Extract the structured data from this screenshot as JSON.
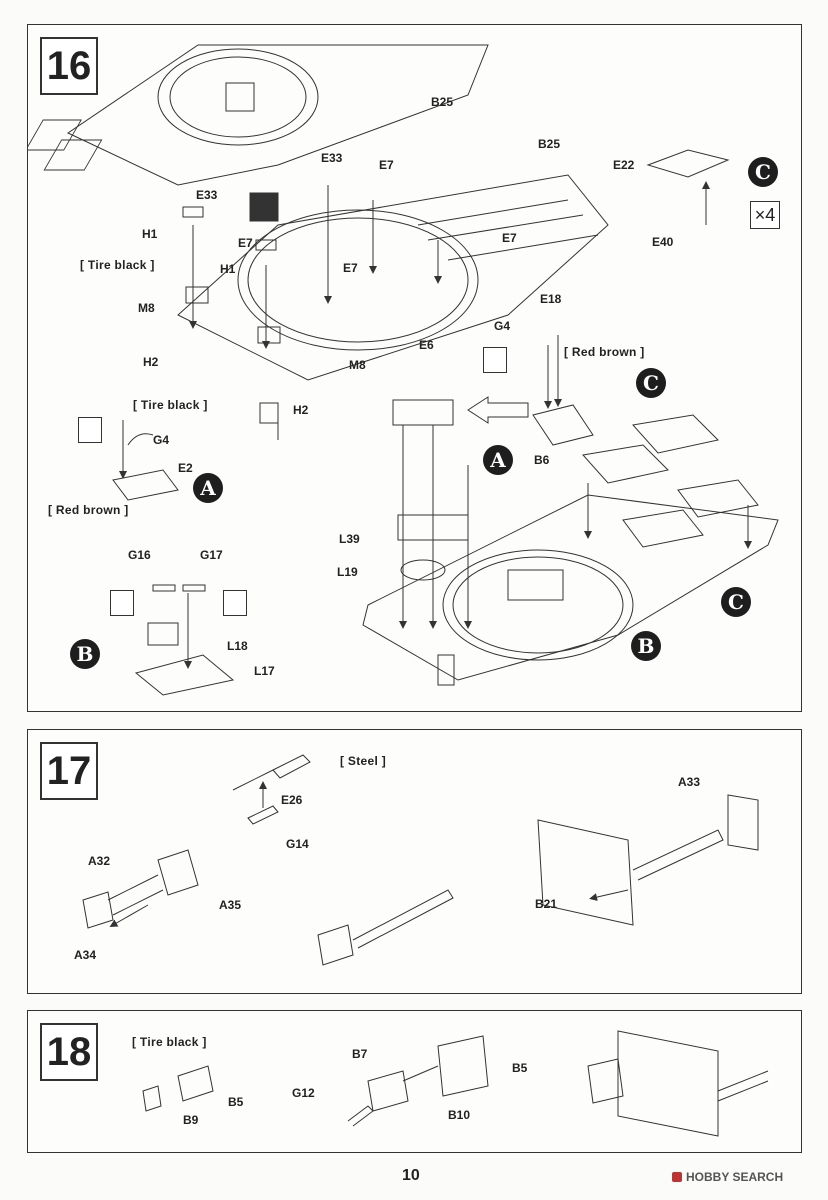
{
  "steps": {
    "s16": "16",
    "s17": "17",
    "s18": "18"
  },
  "markers": {
    "A": "A",
    "B": "B",
    "C": "C"
  },
  "quantity": "×4",
  "notes": {
    "tire_black": "[ Tire black ]",
    "red_brown": "[ Red brown ]",
    "steel": "[ Steel ]"
  },
  "step16_labels": {
    "B25_top": "B25",
    "B25_right": "B25",
    "E33_a": "E33",
    "E33_b": "E33",
    "E7_a": "E7",
    "E7_b": "E7",
    "E7_c": "E7",
    "E7_d": "E7",
    "H1_a": "H1",
    "H1_b": "H1",
    "M8_a": "M8",
    "M8_b": "M8",
    "H2_a": "H2",
    "H2_b": "H2",
    "G4_a": "G4",
    "G4_b": "G4",
    "E2": "E2",
    "E22": "E22",
    "E40": "E40",
    "E18": "E18",
    "E6": "E6",
    "B6": "B6",
    "L39": "L39",
    "L19": "L19",
    "G16": "G16",
    "G17": "G17",
    "L18": "L18",
    "L17": "L17"
  },
  "step17_labels": {
    "E26": "E26",
    "G14": "G14",
    "A32": "A32",
    "A35": "A35",
    "A34": "A34",
    "A33": "A33",
    "B21": "B21"
  },
  "step18_labels": {
    "B5_a": "B5",
    "B5_b": "B5",
    "B9": "B9",
    "B7": "B7",
    "G12": "G12",
    "B10": "B10"
  },
  "page_number": "10",
  "watermark": "HOBBY SEARCH"
}
